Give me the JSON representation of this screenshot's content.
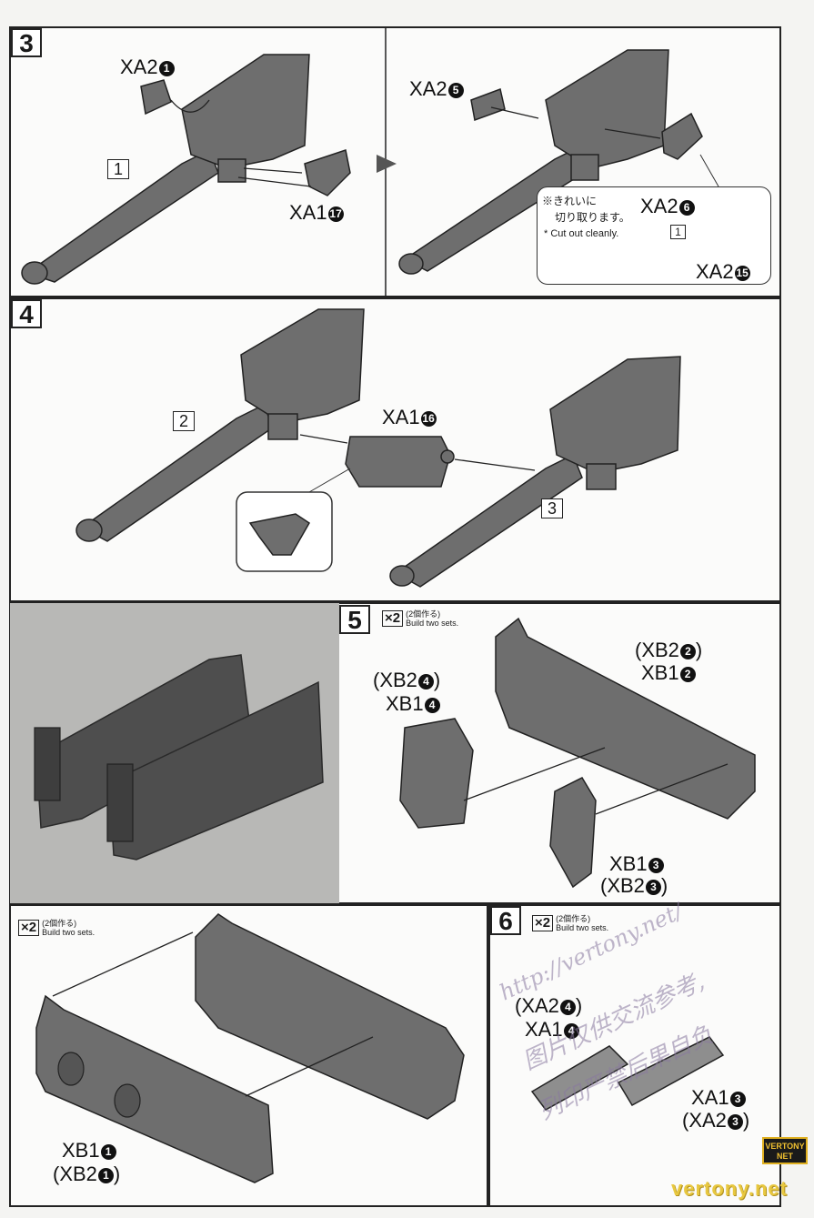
{
  "steps": {
    "s3": {
      "num": "3",
      "xa2_1": "XA2",
      "xa2_1_n": "1",
      "xa1_17": "XA1",
      "xa1_17_n": "17",
      "box1": "1",
      "xa2_5": "XA2",
      "xa2_5_n": "5",
      "xa2_6": "XA2",
      "xa2_6_n": "6",
      "xa2_15": "XA2",
      "xa2_15_n": "15",
      "note_jp1": "※きれいに",
      "note_jp2": "切り取ります。",
      "note_en": "* Cut out cleanly.",
      "note_box": "1"
    },
    "s4": {
      "num": "4",
      "box2": "2",
      "box3": "3",
      "xa1_16": "XA1",
      "xa1_16_n": "16"
    },
    "s5": {
      "num": "5",
      "x2": "×2",
      "x2_jp": "(2個作る)",
      "x2_en": "Build two sets.",
      "xb2_2": "(XB2",
      "xb2_2_n": "2",
      "xb1_2": "XB1",
      "xb1_2_n": "2",
      "xb2_4": "(XB2",
      "xb2_4_n": "4",
      "xb1_4": "XB1",
      "xb1_4_n": "4",
      "xb1_3": "XB1",
      "xb1_3_n": "3",
      "xb2_3": "(XB2",
      "xb2_3_n": "3"
    },
    "s5b": {
      "x2": "×2",
      "x2_jp": "(2個作る)",
      "x2_en": "Build two sets.",
      "xb1_1": "XB1",
      "xb1_1_n": "1",
      "xb2_1": "(XB2",
      "xb2_1_n": "1"
    },
    "s6": {
      "num": "6",
      "x2": "×2",
      "x2_jp": "(2個作る)",
      "x2_en": "Build two sets.",
      "xa2_4": "(XA2",
      "xa2_4_n": "4",
      "xa1_4": "XA1",
      "xa1_4_n": "4",
      "xa1_3": "XA1",
      "xa1_3_n": "3",
      "xa2_3": "(XA2",
      "xa2_3_n": "3"
    }
  },
  "watermark": {
    "url": "http://vertony.net/",
    "line2": "图片仅供交流参考,",
    "line3": "列印严禁后果自负",
    "logo": "VERTONY NET",
    "site": "vertony.net"
  },
  "colors": {
    "ink": "#222222",
    "part_fill": "#6e6e6e",
    "photo_bg": "#b8b8b6",
    "site_gold": "#e8c840"
  }
}
